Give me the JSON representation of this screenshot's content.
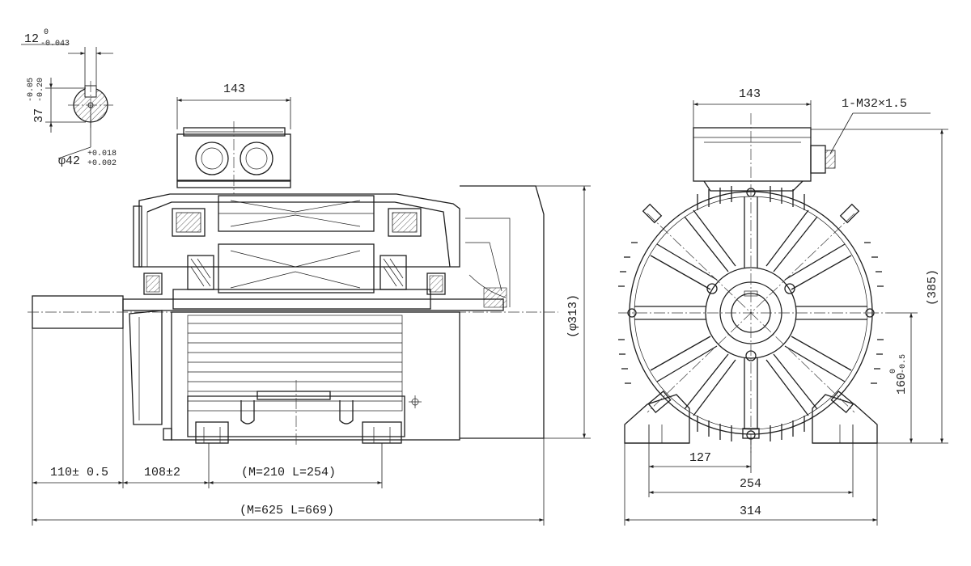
{
  "shaft_detail": {
    "key_width": "12",
    "key_tol_upper": "0",
    "key_tol_lower": "-0.043",
    "key_depth": "37",
    "depth_tol_upper": "-0.05",
    "depth_tol_lower": "-0.20",
    "shaft_dia": "φ42",
    "dia_tol_upper": "+0.018",
    "dia_tol_lower": "+0.002"
  },
  "side_view": {
    "terminal_box_width": "143",
    "frame_height": "(φ313)",
    "shaft_extension": "110± 0.5",
    "shaft_to_foot": "108±2",
    "foot_span": "(M=210  L=254)",
    "overall_length": "(M=625  L=669)"
  },
  "end_view": {
    "terminal_box_width": "143",
    "cable_gland": "1-M32×1.5",
    "overall_height": "(385)",
    "center_height": "160",
    "ch_tol_upper": "0",
    "ch_tol_lower": "-0.5",
    "half_foot_width": "127",
    "foot_hole_span": "254",
    "base_width": "314"
  },
  "colors": {
    "line": "#1e1e1e",
    "paper": "#ffffff"
  }
}
